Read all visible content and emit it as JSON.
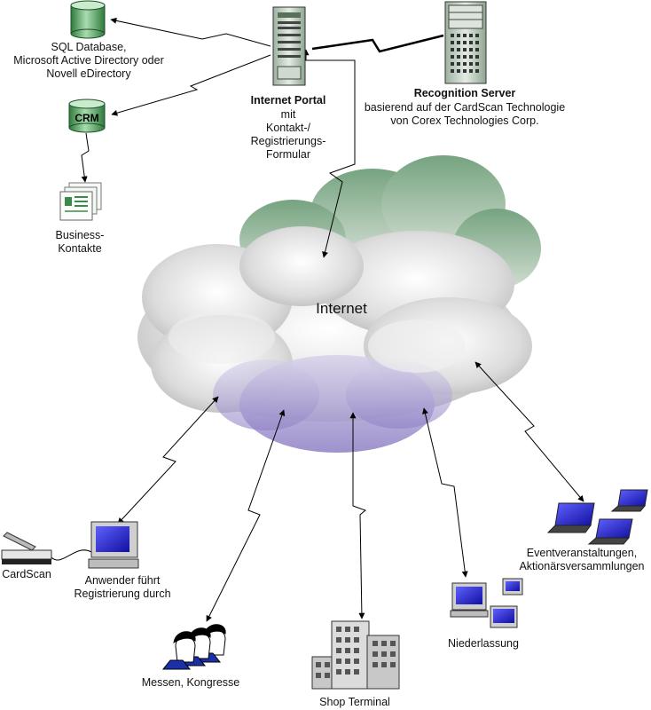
{
  "nodes": {
    "sql_db": "SQL Database,\nMicrosoft Active Directory oder\nNovell eDirectory",
    "crm_badge": "CRM",
    "business_contacts": "Business-\nKontakte",
    "portal_title": "Internet Portal",
    "portal_sub": "mit\nKontakt-/\nRegistrierungs-\nFormular",
    "recognition_title": "Recognition Server",
    "recognition_sub": "basierend auf der CardScan Technologie\nvon Corex Technologies Corp.",
    "internet": "Internet",
    "cardscan": "CardScan",
    "anwender": "Anwender führt\nRegistrierung durch",
    "messen": "Messen, Kongresse",
    "shop": "Shop Terminal",
    "niederlassung": "Niederlassung",
    "events": "Eventveranstaltungen,\nAktionärsversammlungen"
  },
  "colors": {
    "cloud_gray": "#d8d8d8",
    "cloud_green": "#7fa888",
    "cloud_purple": "#9b8ec9",
    "db_green": "#4f9a5a",
    "screen_blue": "#2828c8"
  },
  "icons": [
    "database-icon",
    "crm-database-icon",
    "contact-cards-icon",
    "portal-server-icon",
    "recognition-server-icon",
    "internet-cloud-icon",
    "scanner-icon",
    "workstation-icon",
    "people-icon",
    "building-icon",
    "branch-computers-icon",
    "laptops-icon"
  ]
}
